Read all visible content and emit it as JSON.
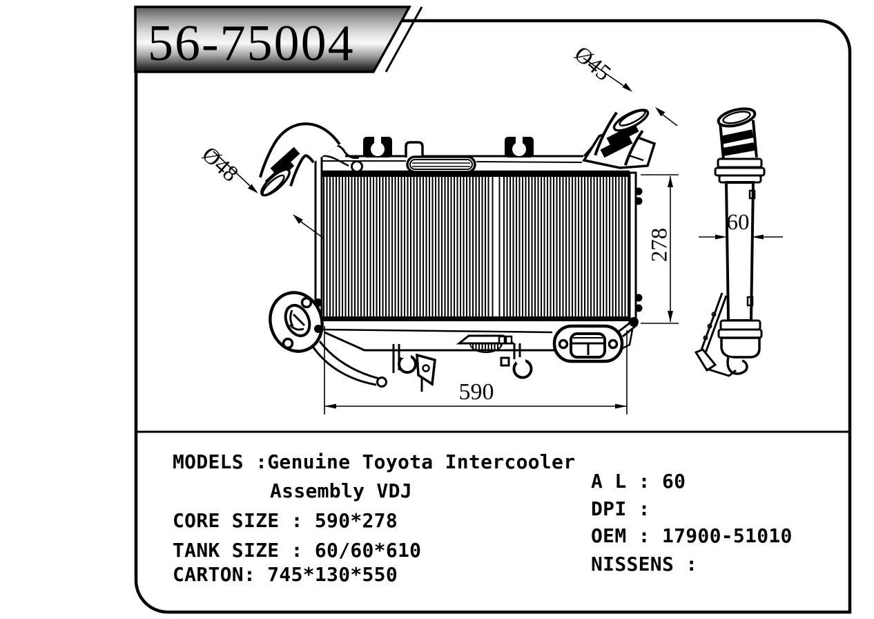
{
  "badge": {
    "part_number": "56-75004"
  },
  "dimensions": {
    "pipe_left_diameter": "Ø48",
    "pipe_right_diameter": "Ø45",
    "core_height": "278",
    "core_width": "590",
    "tank_depth": "60"
  },
  "specs": {
    "models_line1": "MODELS :Genuine Toyota Intercooler",
    "models_line2": "Assembly VDJ",
    "core_size": "CORE SIZE : 590*278",
    "tank_size": "TANK SIZE : 60/60*610",
    "carton": "CARTON: 745*130*550",
    "al": "A L : 60",
    "dpi": "DPI :",
    "oem": "OEM : 17900-51010",
    "nissens": "NISSENS :"
  }
}
